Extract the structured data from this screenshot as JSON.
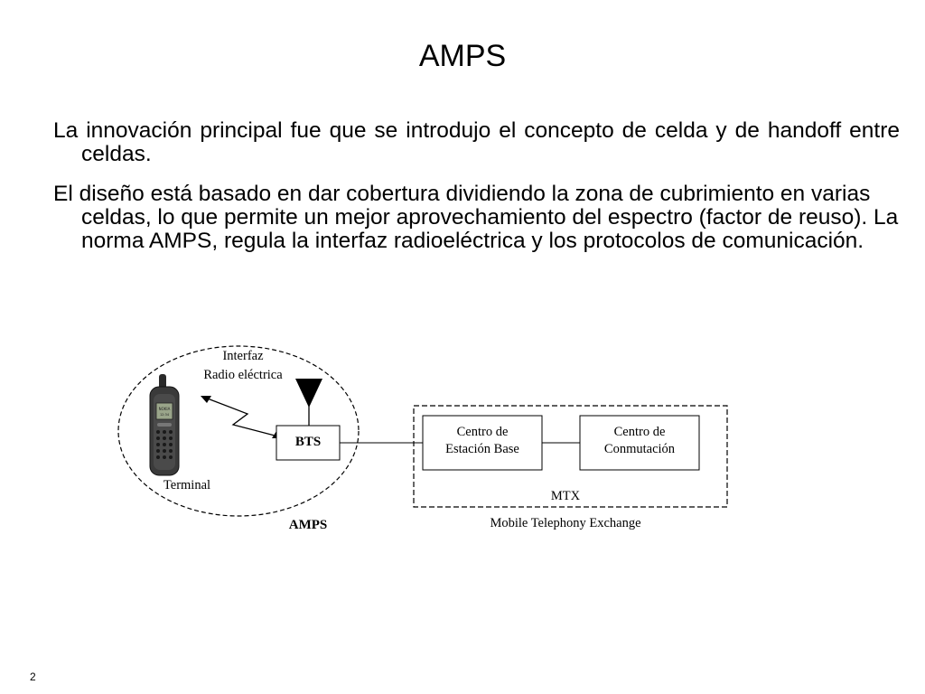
{
  "slide": {
    "title": "AMPS",
    "paragraph1": "La innovación principal fue que se introdujo el concepto de celda y de handoff entre celdas.",
    "paragraph2": " El diseño está basado en dar cobertura dividiendo la zona de cubrimiento en varias celdas, lo que permite un mejor aprovechamiento del espectro (factor de reuso). La norma AMPS, regula la interfaz radioeléctrica y los protocolos de comunicación.",
    "page_number": "2"
  },
  "diagram": {
    "interface_line1": "Interfaz",
    "interface_line2": "Radio eléctrica",
    "terminal": "Terminal",
    "bts": "BTS",
    "amps": "AMPS",
    "base_center_line1": "Centro de",
    "base_center_line2": "Estación Base",
    "switch_center_line1": "Centro de",
    "switch_center_line2": "Conmutación",
    "mtx": "MTX",
    "mtx_full": "Mobile Telephony Exchange",
    "phone_screen_line1": "NOKIA",
    "phone_screen_line2": "12:34"
  }
}
